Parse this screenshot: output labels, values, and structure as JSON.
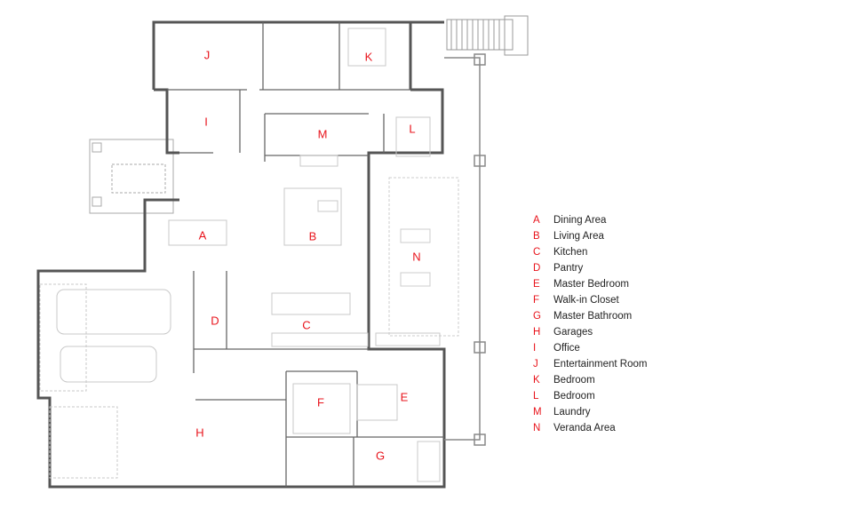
{
  "rooms": [
    {
      "letter": "A",
      "name": "Dining Area"
    },
    {
      "letter": "B",
      "name": "Living Area"
    },
    {
      "letter": "C",
      "name": "Kitchen"
    },
    {
      "letter": "D",
      "name": "Pantry"
    },
    {
      "letter": "E",
      "name": "Master Bedroom"
    },
    {
      "letter": "F",
      "name": "Walk-in Closet"
    },
    {
      "letter": "G",
      "name": "Master Bathroom"
    },
    {
      "letter": "H",
      "name": "Garages"
    },
    {
      "letter": "I",
      "name": "Office"
    },
    {
      "letter": "J",
      "name": "Entertainment Room"
    },
    {
      "letter": "K",
      "name": "Bedroom"
    },
    {
      "letter": "L",
      "name": "Bedroom"
    },
    {
      "letter": "M",
      "name": "Laundry"
    },
    {
      "letter": "N",
      "name": "Veranda Area"
    }
  ],
  "colors": {
    "label": "#e8141c",
    "wall": "#555555",
    "fixture": "#bbbbbb"
  }
}
